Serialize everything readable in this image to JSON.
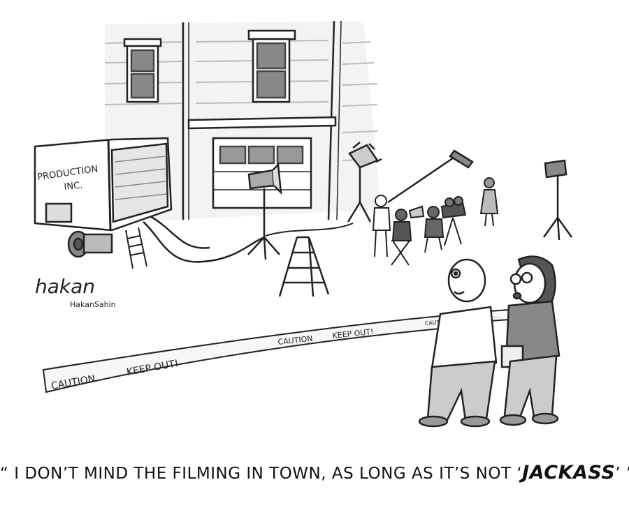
{
  "truck": {
    "label_line1": "PRODUCTION",
    "label_line2": "INC."
  },
  "tape": {
    "front_caution": "CAUTION",
    "front_keep_out": "KEEP OUT!",
    "back_caution": "CAUTION",
    "back_keep_out": "KEEP OUT!",
    "fragment_left": "CAUT",
    "fragment_right": "...."
  },
  "signature": {
    "scribble": "hakan",
    "name": "HakanSahin"
  },
  "caption": {
    "open_quote": "“ I DON’T MIND THE FILMING IN TOWN, AS LONG AS IT’S NOT ‘",
    "emphasis": "JACKASS",
    "close_quote": "’ ”"
  },
  "colors": {
    "ink": "#222222",
    "wall": "#f1f1f1",
    "shade": "#cfcfcf",
    "dark_shade": "#9a9a9a",
    "paper": "#ffffff"
  }
}
